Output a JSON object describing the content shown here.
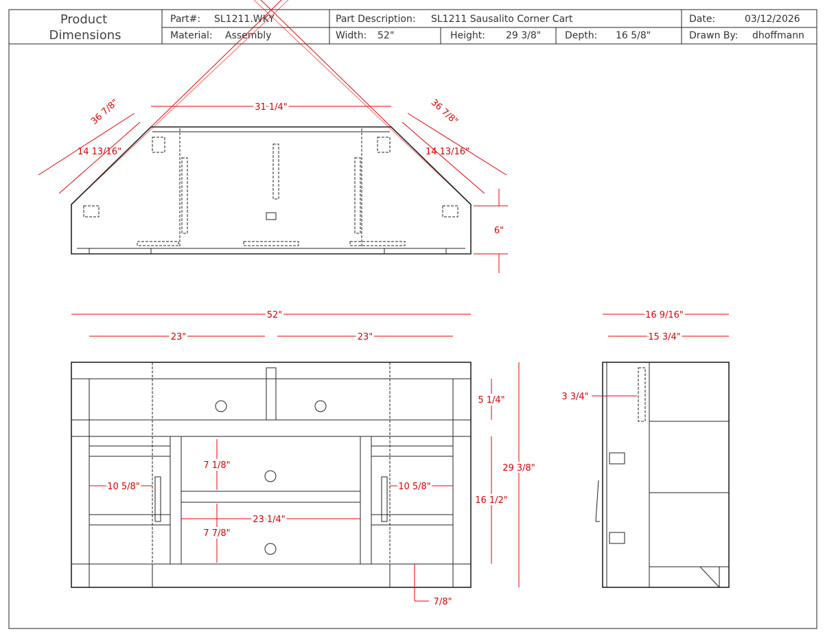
{
  "header": {
    "title_line1": "Product",
    "title_line2": "Dimensions",
    "part_label": "Part#:",
    "part_value": "SL1211.WKY",
    "material_label": "Material:",
    "material_value": "Assembly",
    "description_label": "Part Description:",
    "description_value": "SL1211 Sausalito Corner Cart",
    "width_label": "Width:",
    "width_value": "52\"",
    "height_label": "Height:",
    "height_value": "29 3/8\"",
    "depth_label": "Depth:",
    "depth_value": "16 5/8\"",
    "date_label": "Date:",
    "date_value": "03/12/2026",
    "drawn_label": "Drawn By:",
    "drawn_value": "dhoffmann"
  },
  "top_view": {
    "diag_outer_left": "36 7/8\"",
    "diag_inner_left": "14 13/16\"",
    "top_width": "31 1/4\"",
    "diag_outer_right": "36 7/8\"",
    "diag_inner_right": "14 13/16\"",
    "side_depth": "6\""
  },
  "front_view": {
    "overall_width": "52\"",
    "left_half": "23\"",
    "right_half": "23\"",
    "top_shelf_height": "5 1/4\"",
    "overall_height": "29 3/8\"",
    "center_height": "16 1/2\"",
    "upper_opening": "7 1/8\"",
    "lower_opening": "7 7/8\"",
    "center_width": "23 1/4\"",
    "left_door": "10 5/8\"",
    "right_door": "10 5/8\"",
    "toe_kick": "7/8\""
  },
  "side_view": {
    "overall_depth": "16 9/16\"",
    "inner_depth": "15 3/4\"",
    "offset": "3 3/4\""
  }
}
